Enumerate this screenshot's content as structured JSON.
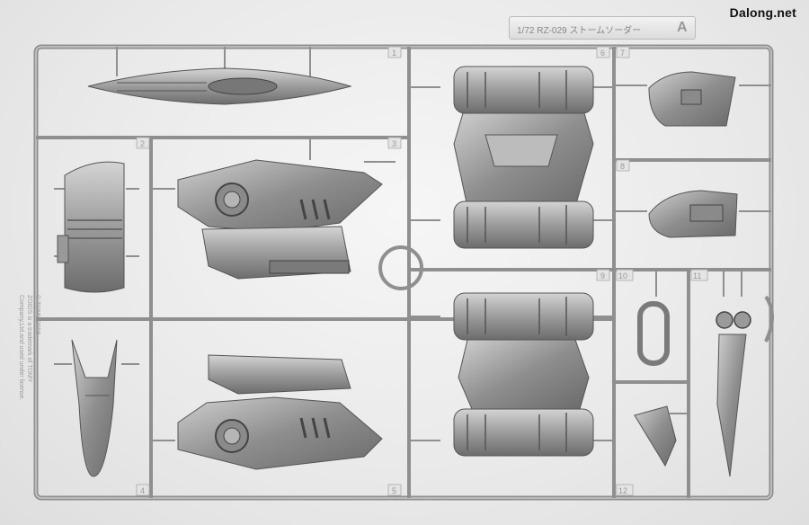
{
  "watermark": "Dalong.net",
  "sprue": {
    "title": "1/72 RZ-029 ストームソーダー",
    "letter": "A",
    "part_numbers": [
      "1",
      "2",
      "3",
      "4",
      "5",
      "6",
      "7",
      "8",
      "9",
      "10",
      "11",
      "12"
    ],
    "copyright_lines": [
      "© TOMY 2006",
      "ZOIDS is a trademark of TOMY",
      "Company,Ltd.and used under license."
    ]
  },
  "colors": {
    "plastic": "#9a9a9a",
    "plastic_dark": "#6e6e6e",
    "background": "#ececec"
  }
}
